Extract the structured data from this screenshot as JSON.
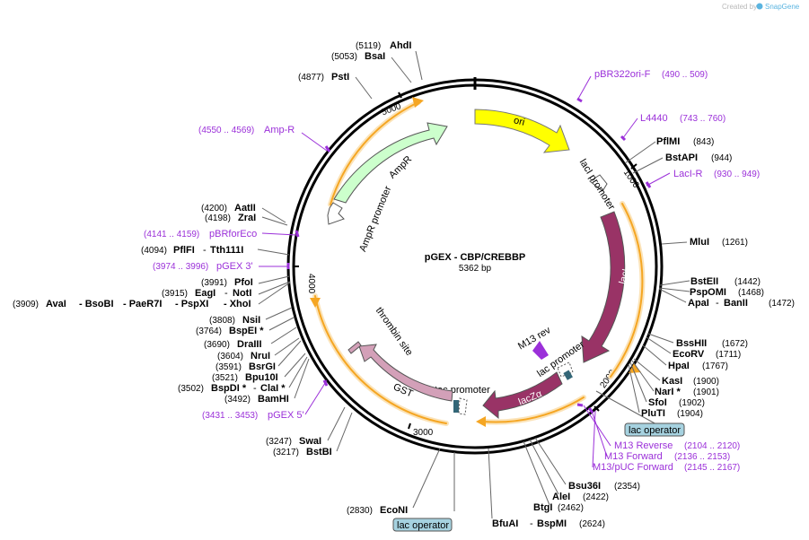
{
  "credit": {
    "prefix": "Created by",
    "brand": "SnapGene"
  },
  "map": {
    "name": "pGEX - CBP/CREBBP",
    "length": "5362 bp"
  },
  "ticks": [
    "1000",
    "2000",
    "3000",
    "4000",
    "5000"
  ],
  "features": {
    "ori": "ori",
    "laci": "lacI",
    "laci_promoter": "lacI promoter",
    "lacz": "lacZα",
    "lac_promoter": "lac promoter",
    "m13rev": "M13 rev",
    "tac_promoter": "tac promoter",
    "gst": "GST",
    "thrombin": "thrombin site",
    "ampr": "AmpR",
    "ampr_promoter": "AmpR promoter"
  },
  "enzymes": {
    "ahdi": {
      "name": "AhdI",
      "pos": "(5119)"
    },
    "bsai": {
      "name": "BsaI",
      "pos": "(5053)"
    },
    "psti": {
      "name": "PstI",
      "pos": "(4877)"
    },
    "aatii": {
      "name": "AatII",
      "pos": "(4200)"
    },
    "zrai": {
      "name": "ZraI",
      "pos": "(4198)"
    },
    "pflfi": {
      "name": "PflFI",
      "sep": "-",
      "name2": "Tth111I",
      "pos": "(4094)"
    },
    "pfoi": {
      "name": "PfoI",
      "pos": "(3991)"
    },
    "eagi": {
      "name": "EagI",
      "sep": "-",
      "name2": "NotI",
      "pos": "(3915)"
    },
    "avai": {
      "pos": "(3909)",
      "name": "AvaI",
      "n2": "- BsoBI",
      "n3": "- PaeR7I",
      "n4": "- PspXI",
      "n5": "- XhoI"
    },
    "nsii": {
      "name": "NsiI",
      "pos": "(3808)"
    },
    "bspei": {
      "name": "BspEI *",
      "pos": "(3764)"
    },
    "draiii": {
      "name": "DraIII",
      "pos": "(3690)"
    },
    "nrui": {
      "name": "NruI",
      "pos": "(3604)"
    },
    "bsrgi": {
      "name": "BsrGI",
      "pos": "(3591)"
    },
    "bpu10i": {
      "name": "Bpu10I",
      "pos": "(3521)"
    },
    "bspdi": {
      "name": "BspDI *",
      "sep": "-",
      "name2": "ClaI *",
      "pos": "(3502)"
    },
    "bamhi": {
      "name": "BamHI",
      "pos": "(3492)"
    },
    "swai": {
      "name": "SwaI",
      "pos": "(3247)"
    },
    "bstbi": {
      "name": "BstBI",
      "pos": "(3217)"
    },
    "econi": {
      "name": "EcoNI",
      "pos": "(2830)"
    },
    "bfuai": {
      "name": "BfuAI",
      "sep": "-",
      "name2": "BspMI",
      "pos": "(2624)"
    },
    "btgi": {
      "name": "BtgI",
      "pos": "(2462)"
    },
    "alei": {
      "name": "AleI",
      "pos": "(2422)"
    },
    "bsu36i": {
      "name": "Bsu36I",
      "pos": "(2354)"
    },
    "pflmi": {
      "name": "PflMI",
      "pos": "(843)"
    },
    "bstapi": {
      "name": "BstAPI",
      "pos": "(944)"
    },
    "mlui": {
      "name": "MluI",
      "pos": "(1261)"
    },
    "bsteii": {
      "name": "BstEII",
      "pos": "(1442)"
    },
    "pspomi": {
      "name": "PspOMI",
      "pos": "(1468)"
    },
    "apai": {
      "name": "ApaI",
      "sep": "-",
      "name2": "BanII",
      "pos": "(1472)"
    },
    "bsshii": {
      "name": "BssHII",
      "pos": "(1672)"
    },
    "ecorv": {
      "name": "EcoRV",
      "pos": "(1711)"
    },
    "hpai": {
      "name": "HpaI",
      "pos": "(1767)"
    },
    "kasi": {
      "name": "KasI",
      "pos": "(1900)"
    },
    "nari": {
      "name": "NarI *",
      "pos": "(1901)"
    },
    "sfoi": {
      "name": "SfoI",
      "pos": "(1902)"
    },
    "plutI": {
      "name": "PluTI",
      "pos": "(1904)"
    }
  },
  "primers": {
    "pbr322": {
      "name": "pBR322ori-F",
      "pos": "(490 .. 509)"
    },
    "l4440": {
      "name": "L4440",
      "pos": "(743 .. 760)"
    },
    "lacir": {
      "name": "LacI-R",
      "pos": "(930 .. 949)"
    },
    "m13reverse": {
      "name": "M13 Reverse",
      "pos": "(2104 .. 2120)"
    },
    "m13forward": {
      "name": "M13 Forward",
      "pos": "(2136 .. 2153)"
    },
    "m13puc": {
      "name": "M13/pUC Forward",
      "pos": "(2145 .. 2167)"
    },
    "pgex5": {
      "name": "pGEX 5'",
      "pos": "(3431 .. 3453)"
    },
    "pgex3": {
      "name": "pGEX 3'",
      "pos": "(3974 .. 3996)"
    },
    "pbrforeco": {
      "name": "pBRforEco",
      "pos": "(4141 .. 4159)"
    },
    "ampr": {
      "name": "Amp-R",
      "pos": "(4550 .. 4569)"
    }
  },
  "lac_operator": [
    "lac operator",
    "lac operator"
  ],
  "colors": {
    "ori": "#ffff00",
    "laci": "#993366",
    "lacz": "#993366",
    "gst": "#d3a0b8",
    "ampr": "#ccffcc",
    "orf": "#f5a623",
    "primer": "#9b30d9",
    "operator": "#a6d2e0"
  }
}
